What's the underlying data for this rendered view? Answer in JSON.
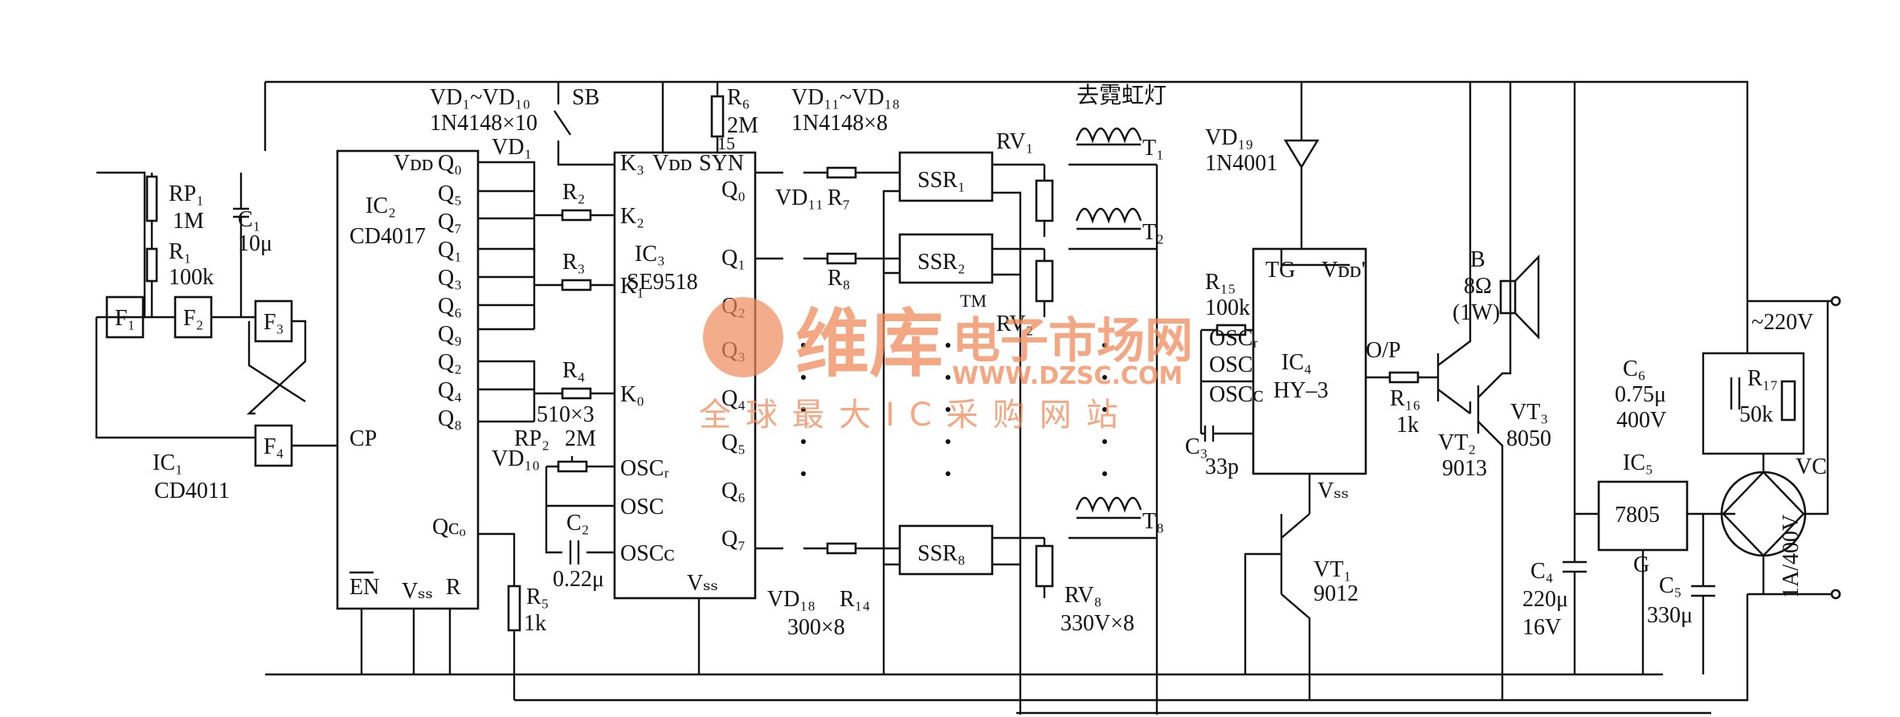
{
  "ic1": {
    "name": "IC₁",
    "part": "CD4011",
    "gates": [
      "F₁",
      "F₂",
      "F₃",
      "F₄"
    ],
    "rp1": "RP₁",
    "rp1_val": "1M",
    "r1": "R₁",
    "r1_val": "100k",
    "c1": "C₁",
    "c1_val": "10μ"
  },
  "ic2": {
    "name": "IC₂",
    "part": "CD4017",
    "pins_right": [
      "Vᴅᴅ",
      "Q₀",
      "Q₅",
      "Q₇",
      "Q₁",
      "Q₃",
      "Q₆",
      "Q₉",
      "Q₂",
      "Q₄",
      "Q₈"
    ],
    "cp": "CP",
    "qco": "Qᴄₒ",
    "en": "EN",
    "vss": "Vₛₛ",
    "r": "R"
  },
  "diodes1": {
    "range": "VD₁~VD₁₀",
    "part": "1N4148×10",
    "first": "VD₁",
    "last": "VD₁₀"
  },
  "sb": "SB",
  "resistors_k": {
    "r2": "R₂",
    "r3": "R₃",
    "r4": "R₄",
    "r4_val": "510×3",
    "rp2": "RP₂",
    "rp2_val": "2M",
    "r5": "R₅",
    "r5_val": "1k"
  },
  "c2": {
    "name": "C₂",
    "val": "0.22μ"
  },
  "ic3": {
    "name": "IC₃",
    "part": "SE9518",
    "pins_left": [
      "K₃",
      "K₂",
      "K₁",
      "K₀",
      "OSCᵣ",
      "OSC",
      "OSCᴄ"
    ],
    "pins_top": [
      "Vᴅᴅ",
      "SYN"
    ],
    "pins_right": [
      "Q₀",
      "Q₁",
      "Q₂",
      "Q₃",
      "Q₄",
      "Q₅",
      "Q₆",
      "Q₇"
    ],
    "vss": "Vₛₛ"
  },
  "r6": {
    "name": "R₆",
    "val": "2M",
    "pin": "15"
  },
  "diodes2": {
    "range": "VD₁₁~VD₁₈",
    "part": "1N4148×8",
    "first": "VD₁₁",
    "last": "VD₁₈"
  },
  "r7": "R₇",
  "r8": "R₈",
  "r14": "R₁₄",
  "r_set": "300×8",
  "ssr": [
    "SSR₁",
    "SSR₂",
    "SSR₈"
  ],
  "rv": [
    "RV₁",
    "RV₂",
    "RV₈"
  ],
  "rv_val": "330V×8",
  "transformers": [
    "T₁",
    "T₂",
    "T₈"
  ],
  "lamp_label": "去霓虹灯",
  "vd19": {
    "name": "VD₁₉",
    "part": "1N4001"
  },
  "ic4": {
    "name": "IC₄",
    "part": "HY–3",
    "pins": [
      "TG",
      "Vᴅᴅ'",
      "OSCᵣ",
      "OSC",
      "OSCᴄ",
      "O/P",
      "Vₛₛ"
    ]
  },
  "r15": {
    "name": "R₁₅",
    "val": "100k"
  },
  "c3": {
    "name": "C₃",
    "val": "33p"
  },
  "r16": {
    "name": "R₁₆",
    "val": "1k"
  },
  "speaker": {
    "name": "B",
    "val": "8Ω",
    "power": "(1W)"
  },
  "vt1": {
    "name": "VT₁",
    "part": "9012"
  },
  "vt2": {
    "name": "VT₂",
    "part": "9013"
  },
  "vt3": {
    "name": "VT₃",
    "part": "8050"
  },
  "c4": {
    "name": "C₄",
    "val": "220μ",
    "volt": "16V"
  },
  "ic5": {
    "name": "IC₅",
    "part": "7805",
    "g": "G"
  },
  "c5": {
    "name": "C₅",
    "val": "330μ"
  },
  "c6": {
    "name": "C₆",
    "val": "0.75μ",
    "volt": "400V"
  },
  "r17": {
    "name": "R₁₇",
    "val": "50k"
  },
  "vc": {
    "name": "VC",
    "val": "1A/400V"
  },
  "mains": "~220V",
  "watermark": {
    "brand": "维库",
    "cn": "电子市场网",
    "url": "WWW.DZSC.COM",
    "slogan": "全球最大IC采购网站",
    "tm": "TM"
  }
}
